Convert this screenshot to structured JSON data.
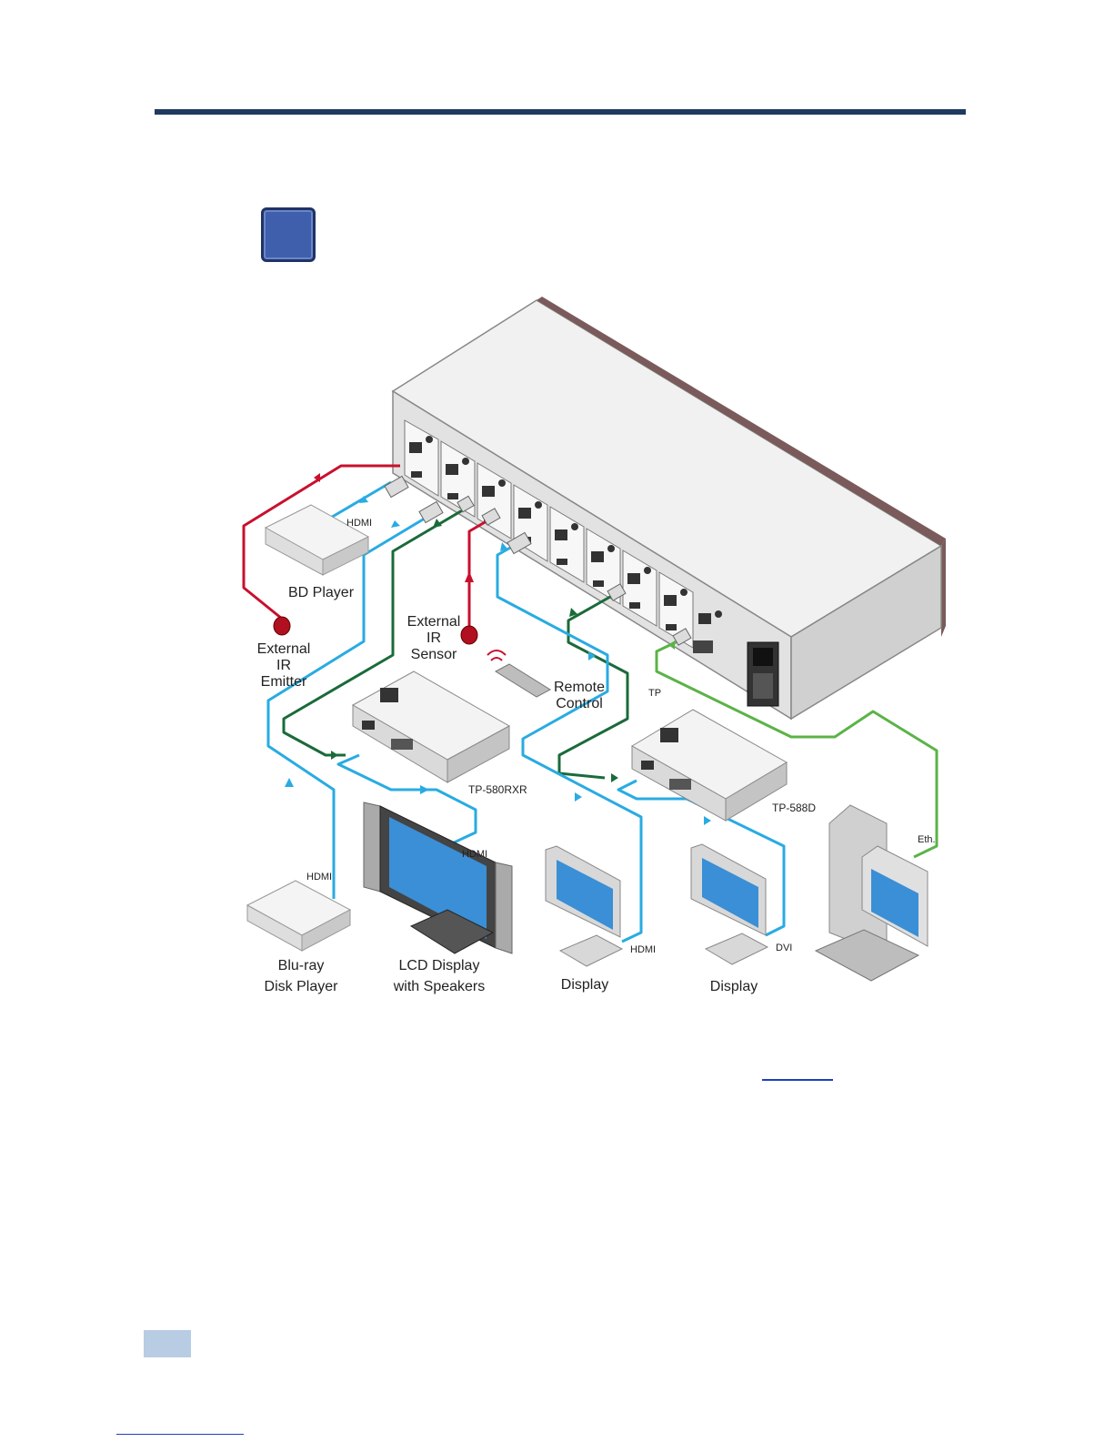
{
  "diagram": {
    "labels": {
      "hdmi_bd": "HDMI",
      "bd_player": "BD Player",
      "ext_ir_emitter_1": "External",
      "ext_ir_emitter_2": "IR",
      "ext_ir_emitter_3": "Emitter",
      "ext_ir_sensor_1": "External",
      "ext_ir_sensor_2": "IR",
      "ext_ir_sensor_3": "Sensor",
      "remote_1": "Remote",
      "remote_2": "Control",
      "tp": "TP",
      "tp580rxr": "TP-580RXR",
      "tp588d": "TP-588D",
      "eth": "Eth.",
      "hdmi_bluray": "HDMI",
      "hdmi_lcd": "HDMI",
      "hdmi_display": "HDMI",
      "dvi": "DVI",
      "bluray_1": "Blu-ray",
      "bluray_2": "Disk Player",
      "lcd_1": "LCD Display",
      "lcd_2": "with Speakers",
      "display_1": "Display",
      "display_2": "Display"
    },
    "cable_colors": {
      "ir": "#c8102e",
      "hdmi": "#29abe2",
      "tp": "#1a6b3a",
      "ethernet": "#5bb347"
    }
  },
  "colors": {
    "header_rule": "#1f3a5f",
    "note_icon": "#3f5fad",
    "page_marker": "#b8cce4"
  }
}
